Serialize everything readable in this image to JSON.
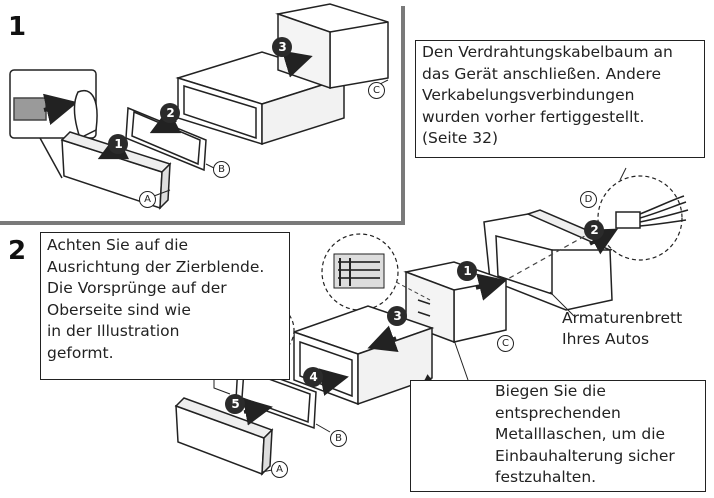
{
  "sections": [
    {
      "number": "1"
    },
    {
      "number": "2"
    }
  ],
  "notes": {
    "harness": [
      "Den Verdrahtungskabelbaum an",
      "das Gerät anschließen. Andere",
      "Verkabelungsverbindungen",
      "wurden vorher fertiggestellt.",
      "(Seite 32)"
    ],
    "orientation": [
      "Achten Sie auf die",
      "Ausrichtung der Zierblende.",
      "Die Vorsprünge auf der",
      "Oberseite sind wie",
      "in der Illustration",
      "geformt."
    ],
    "bend": [
      "Biegen Sie die",
      "entsprechenden",
      "Metalllaschen, um die",
      "Einbauhalterung sicher",
      "festzuhalten."
    ]
  },
  "dashboard_label": [
    "Armaturenbrett",
    "Ihres Autos"
  ],
  "part_markers": [
    "A",
    "B",
    "C",
    "D"
  ],
  "step_badges": [
    "1",
    "2",
    "3",
    "4",
    "5"
  ],
  "colors": {
    "line": "#222222",
    "badge": "#2b2b2b",
    "divider": "#7a7a7a",
    "fill_light": "#e6e6e6"
  }
}
